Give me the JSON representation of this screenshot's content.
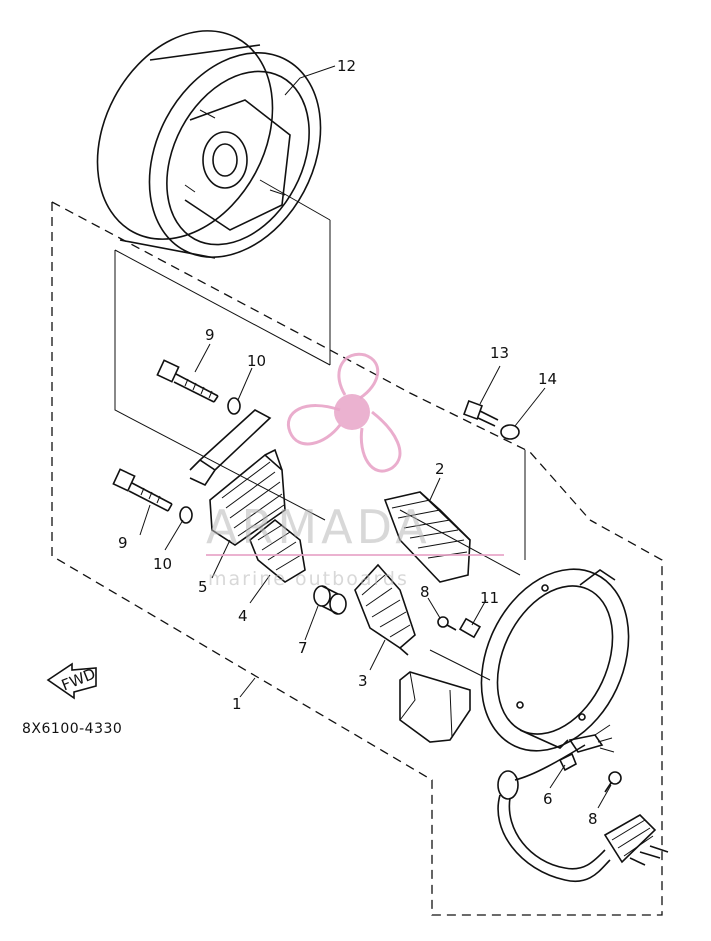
{
  "diagram": {
    "drawing_code": "8X6100-4330",
    "fwd_label": "FWD",
    "part_labels": {
      "p1": "1",
      "p2": "2",
      "p3": "3",
      "p4": "4",
      "p5": "5",
      "p6": "6",
      "p7": "7",
      "p8a": "8",
      "p8b": "8",
      "p9a": "9",
      "p9b": "9",
      "p10a": "10",
      "p10b": "10",
      "p11": "11",
      "p12": "12",
      "p13": "13",
      "p14": "14"
    }
  },
  "watermark": {
    "brand": "ARMADA",
    "tagline": "marine outboards",
    "logo": "propeller-logo",
    "color": "#e8a5c8"
  }
}
